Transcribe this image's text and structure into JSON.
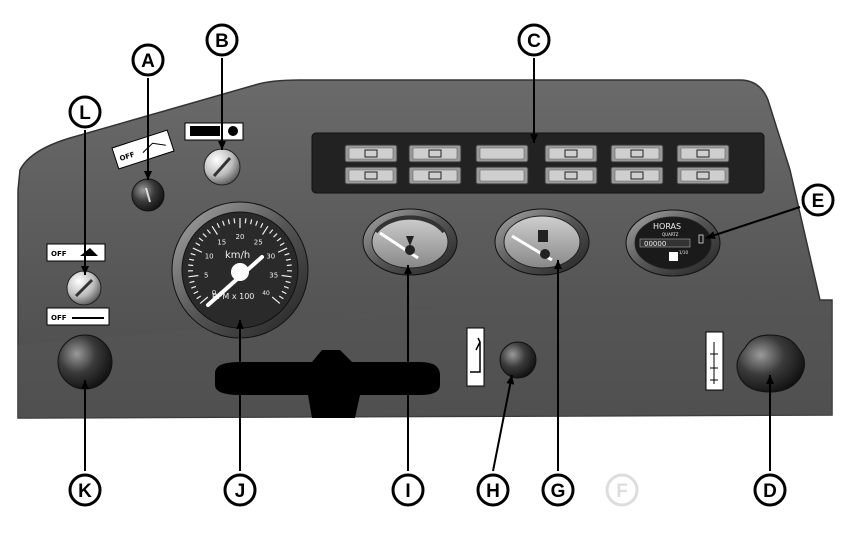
{
  "callouts": [
    {
      "id": "A",
      "label": "A"
    },
    {
      "id": "B",
      "label": "B"
    },
    {
      "id": "C",
      "label": "C"
    },
    {
      "id": "D",
      "label": "D"
    },
    {
      "id": "E",
      "label": "E"
    },
    {
      "id": "F",
      "label": "F"
    },
    {
      "id": "G",
      "label": "G"
    },
    {
      "id": "H",
      "label": "H"
    },
    {
      "id": "I",
      "label": "I"
    },
    {
      "id": "J",
      "label": "J"
    },
    {
      "id": "K",
      "label": "K"
    },
    {
      "id": "L",
      "label": "L"
    }
  ],
  "tachometer": {
    "unit_top": "km/h",
    "unit_bottom": "RPM x 100",
    "ticks": [
      "0",
      "5",
      "10",
      "15",
      "20",
      "25",
      "30",
      "35"
    ],
    "label_small": "40"
  },
  "hour_meter": {
    "brand": "HORAS",
    "sub": "QUARTZ",
    "digits": "00000",
    "small": "1/10"
  },
  "switch_labels": {
    "off_a": "OFF",
    "off_l": "OFF",
    "off_l2": "OFF"
  },
  "colors": {
    "panel": "#5a5a5a",
    "panel_dark": "#3a3a3a",
    "panel_light": "#7a7a7a",
    "bezel": "#222222",
    "callout_fill": "#ffffff",
    "callout_stroke": "#000000",
    "faded": "#dddddd"
  }
}
